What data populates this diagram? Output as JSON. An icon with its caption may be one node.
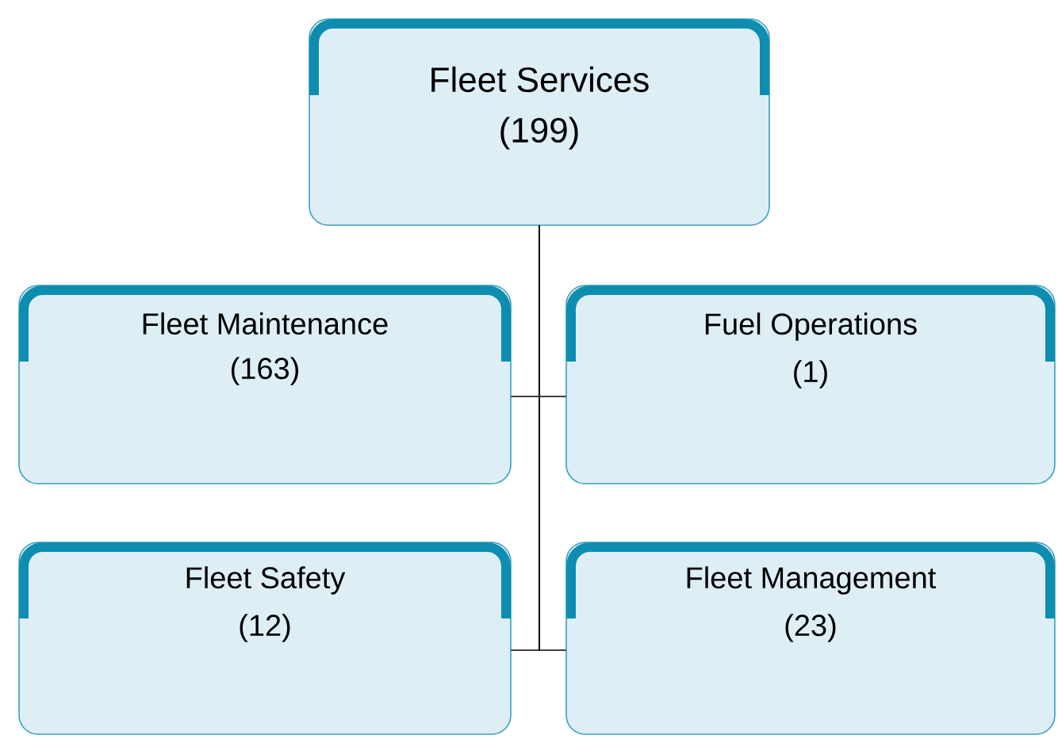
{
  "diagram": {
    "nodes": [
      {
        "text": [
          "Fleet Services",
          "(199)"
        ]
      },
      {
        "text": [
          "Fleet Maintenance",
          "(163)"
        ]
      },
      {
        "text": [
          "Fuel Operations",
          "(1)"
        ]
      },
      {
        "text": [
          "Fleet Safety",
          "(12)"
        ]
      },
      {
        "text": [
          "Fleet Management",
          "(23)"
        ]
      }
    ],
    "edges": [
      {
        "from": 0,
        "to": 1,
        "arrow": "none"
      },
      {
        "from": 0,
        "to": 2,
        "arrow": "none"
      },
      {
        "from": 0,
        "to": 3,
        "arrow": "none"
      },
      {
        "from": 0,
        "to": 4,
        "arrow": "none"
      }
    ]
  }
}
